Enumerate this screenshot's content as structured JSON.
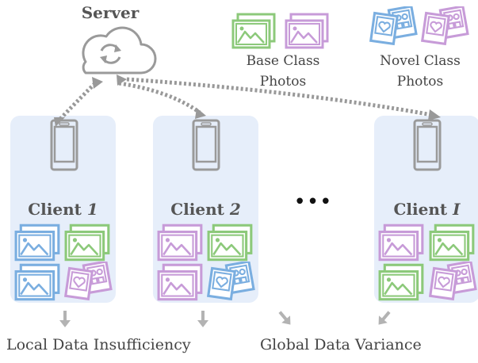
{
  "server": {
    "label": "Server"
  },
  "base_photos": {
    "caption_line1": "Base Class",
    "caption_line2": "Photos"
  },
  "novel_photos": {
    "caption_line1": "Novel Class",
    "caption_line2": "Photos"
  },
  "clients": [
    {
      "label_prefix": "Client ",
      "label_index": "1"
    },
    {
      "label_prefix": "Client ",
      "label_index": "2"
    },
    {
      "label_prefix": "Client ",
      "label_index": "I"
    }
  ],
  "ellipsis": "•••",
  "captions": {
    "local": "Local Data Insufficiency",
    "global": "Global Data Variance"
  },
  "colors": {
    "panel": "#e6eefa",
    "base_green": "#8cc97a",
    "base_purple": "#c79bd8",
    "novel_blue": "#7aaee0",
    "novel_purple": "#c79bd8",
    "gray": "#9a9a9a",
    "dashed": "#999999"
  },
  "icons": [
    "cloud-sync-icon",
    "phone-icon",
    "landscape-photo-icon",
    "portrait-photo-icon",
    "down-arrow-icon"
  ]
}
